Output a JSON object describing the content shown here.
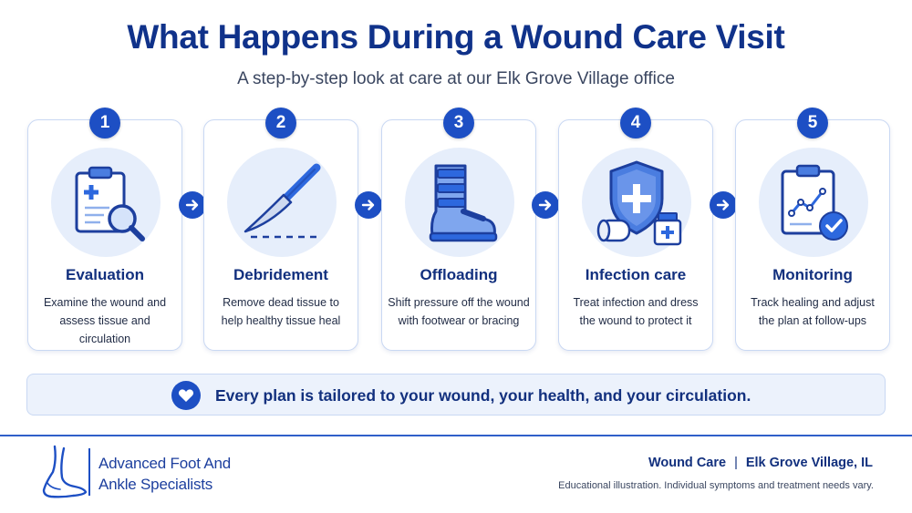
{
  "header": {
    "title": "What Happens During a Wound Care Visit",
    "subtitle": "A step-by-step look at care at our Elk Grove Village office"
  },
  "steps": [
    {
      "number": "1",
      "title": "Evaluation",
      "desc_line1": "Examine the wound and",
      "desc_line2": "assess tissue and circulation",
      "icon": "clipboard-magnifier-icon"
    },
    {
      "number": "2",
      "title": "Debridement",
      "desc_line1": "Remove dead tissue to",
      "desc_line2": "help healthy tissue heal",
      "icon": "scalpel-icon"
    },
    {
      "number": "3",
      "title": "Offloading",
      "desc_line1": "Shift pressure off the wound",
      "desc_line2": "with footwear or bracing",
      "icon": "walking-boot-icon"
    },
    {
      "number": "4",
      "title": "Infection care",
      "desc_line1": "Treat infection and dress",
      "desc_line2": "the wound to protect it",
      "icon": "shield-bandage-icon"
    },
    {
      "number": "5",
      "title": "Monitoring",
      "desc_line1": "Track healing and adjust",
      "desc_line2": "the plan at follow-ups",
      "icon": "clipboard-chart-icon"
    }
  ],
  "banner": {
    "text": "Every plan is tailored to your wound, your health, and your circulation.",
    "icon": "heart-icon"
  },
  "footer": {
    "logo_line1": "Advanced Foot And",
    "logo_line2": "Ankle Specialists",
    "service": "Wound Care",
    "separator": "|",
    "location": "Elk Grove Village, IL",
    "note": "Educational illustration. Individual symptoms and treatment needs vary."
  },
  "colors": {
    "primary": "#1d4fc4",
    "title": "#10328a",
    "icon_bg": "#e6eefb",
    "card_border": "#c9d8f3",
    "banner_bg": "#ecf2fc"
  }
}
